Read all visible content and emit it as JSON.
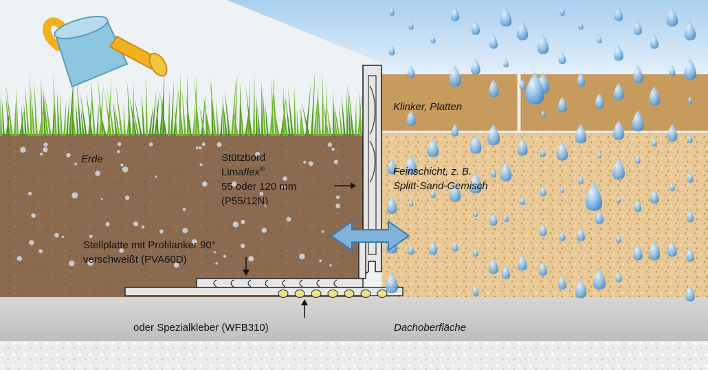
{
  "labels": {
    "soil": "Erde",
    "border_line1": "Stützbord",
    "border_line2_a": "Lima",
    "border_line2_b": "flex",
    "border_reg": "®",
    "border_line3": "55 oder 120 mm",
    "border_line4": "(P55/12N)",
    "plate_line1": "Stellplatte mit Profilanker 90°",
    "plate_line2": "verschweißt (PVA60D)",
    "adhesive": "oder Spezialkleber (WFB310)",
    "paving": "Klinker, Platten",
    "bedding_line1": "Feinschicht, z. B.",
    "bedding_line2": "Splitt-Sand-Gemisch",
    "roof": "Dachoberfläche"
  },
  "icons": [
    "watering-can-icon",
    "double-arrow-icon",
    "arrow-right-icon",
    "arrow-down-icon",
    "arrow-up-icon",
    "raindrop-icon"
  ],
  "colors": {
    "sky": "#bcd9ef",
    "grass": "#4f9a1e",
    "soil": "#8a6a4e",
    "paving": "#c79a5e",
    "bedding": "#e7c893",
    "concrete": "#cfcfcf",
    "gravel": "#e9e9e9",
    "profile": "#e4e6e8",
    "arrow": "#6fa8d6",
    "drop": "#5a9fd0"
  }
}
